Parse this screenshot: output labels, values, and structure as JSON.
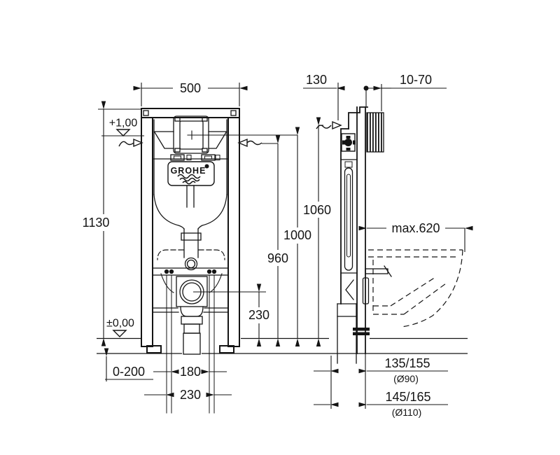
{
  "brand": {
    "name": "GROHE"
  },
  "front_view": {
    "frame_width": "500",
    "frame_height": "1130",
    "upper_level": "+1,00",
    "floor_level": "±0,00",
    "supply_height": "1060",
    "actuator_center_height": "1000",
    "frame_edge_height": "960",
    "outlet_center_height": "230",
    "floor_buildup": "0-200",
    "spacing_inner": "180",
    "spacing_outer": "230"
  },
  "side_view": {
    "frame_depth": "130",
    "wall_finish_range": "10-70",
    "bowl_projection": "max.620",
    "outlet_dist_d90": "135/155",
    "outlet_d90": "(Ø90)",
    "outlet_dist_d110": "145/165",
    "outlet_d110": "(Ø110)"
  }
}
